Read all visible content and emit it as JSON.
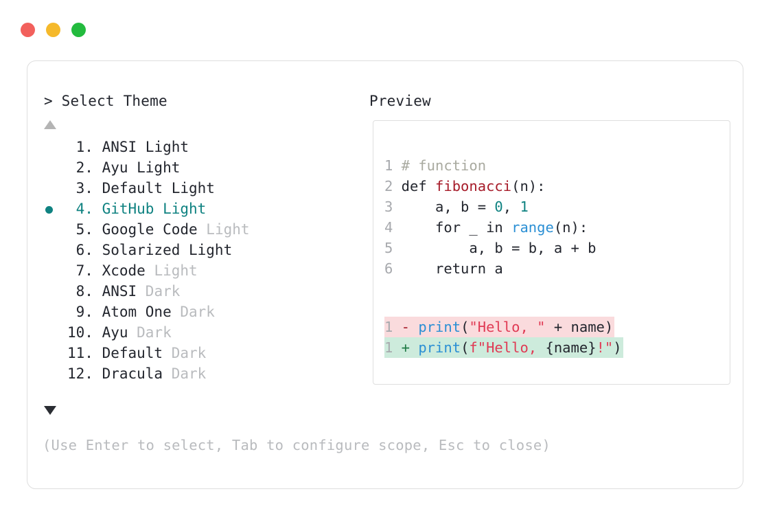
{
  "window": {
    "traffic_lights": [
      {
        "name": "close-button",
        "color": "#f2605c"
      },
      {
        "name": "minimize-button",
        "color": "#f5b92b"
      },
      {
        "name": "maximize-button",
        "color": "#23bb3e"
      }
    ]
  },
  "prompt": {
    "label": "> Select Theme",
    "scroll_up": "▲",
    "scroll_down": "▼"
  },
  "preview": {
    "label": "Preview"
  },
  "themes": [
    {
      "index": "1",
      "name": "ANSI",
      "variant": "Light",
      "variant_dim": false,
      "selected": false
    },
    {
      "index": "2",
      "name": "Ayu",
      "variant": "Light",
      "variant_dim": false,
      "selected": false
    },
    {
      "index": "3",
      "name": "Default",
      "variant": "Light",
      "variant_dim": false,
      "selected": false
    },
    {
      "index": "4",
      "name": "GitHub",
      "variant": "Light",
      "variant_dim": false,
      "selected": true
    },
    {
      "index": "5",
      "name": "Google Code",
      "variant": "Light",
      "variant_dim": true,
      "selected": false
    },
    {
      "index": "6",
      "name": "Solarized",
      "variant": "Light",
      "variant_dim": false,
      "selected": false
    },
    {
      "index": "7",
      "name": "Xcode",
      "variant": "Light",
      "variant_dim": true,
      "selected": false
    },
    {
      "index": "8",
      "name": "ANSI",
      "variant": "Dark",
      "variant_dim": true,
      "selected": false
    },
    {
      "index": "9",
      "name": "Atom One",
      "variant": "Dark",
      "variant_dim": true,
      "selected": false
    },
    {
      "index": "10",
      "name": "Ayu",
      "variant": "Dark",
      "variant_dim": true,
      "selected": false
    },
    {
      "index": "11",
      "name": "Default",
      "variant": "Dark",
      "variant_dim": true,
      "selected": false
    },
    {
      "index": "12",
      "name": "Dracula",
      "variant": "Dark",
      "variant_dim": true,
      "selected": false
    }
  ],
  "code": {
    "lines": [
      {
        "n": "1",
        "tokens": [
          {
            "t": "# function",
            "c": "comment"
          }
        ]
      },
      {
        "n": "2",
        "tokens": [
          {
            "t": "def ",
            "c": "kw"
          },
          {
            "t": "fibonacci",
            "c": "fn"
          },
          {
            "t": "(n):",
            "c": "plain"
          }
        ]
      },
      {
        "n": "3",
        "tokens": [
          {
            "t": "    a, b = ",
            "c": "plain"
          },
          {
            "t": "0",
            "c": "num"
          },
          {
            "t": ", ",
            "c": "plain"
          },
          {
            "t": "1",
            "c": "num"
          }
        ]
      },
      {
        "n": "4",
        "tokens": [
          {
            "t": "    for _ in ",
            "c": "plain"
          },
          {
            "t": "range",
            "c": "builtin"
          },
          {
            "t": "(n):",
            "c": "plain"
          }
        ]
      },
      {
        "n": "5",
        "tokens": [
          {
            "t": "        a, b = b, a + b",
            "c": "plain"
          }
        ]
      },
      {
        "n": "6",
        "tokens": [
          {
            "t": "    return a",
            "c": "plain"
          }
        ]
      }
    ]
  },
  "diff": {
    "lines": [
      {
        "n": "1",
        "kind": "del",
        "sign": "-",
        "tokens": [
          {
            "t": "print",
            "c": "builtin"
          },
          {
            "t": "(",
            "c": "plain"
          },
          {
            "t": "\"Hello, \"",
            "c": "str"
          },
          {
            "t": " + name)",
            "c": "plain"
          }
        ]
      },
      {
        "n": "1",
        "kind": "add",
        "sign": "+",
        "tokens": [
          {
            "t": "print",
            "c": "builtin"
          },
          {
            "t": "(",
            "c": "plain"
          },
          {
            "t": "f\"Hello, ",
            "c": "str"
          },
          {
            "t": "{name}",
            "c": "plain"
          },
          {
            "t": "!\"",
            "c": "str"
          },
          {
            "t": ")",
            "c": "plain"
          }
        ]
      }
    ]
  },
  "hint": "(Use Enter to select, Tab to configure scope, Esc to close)"
}
